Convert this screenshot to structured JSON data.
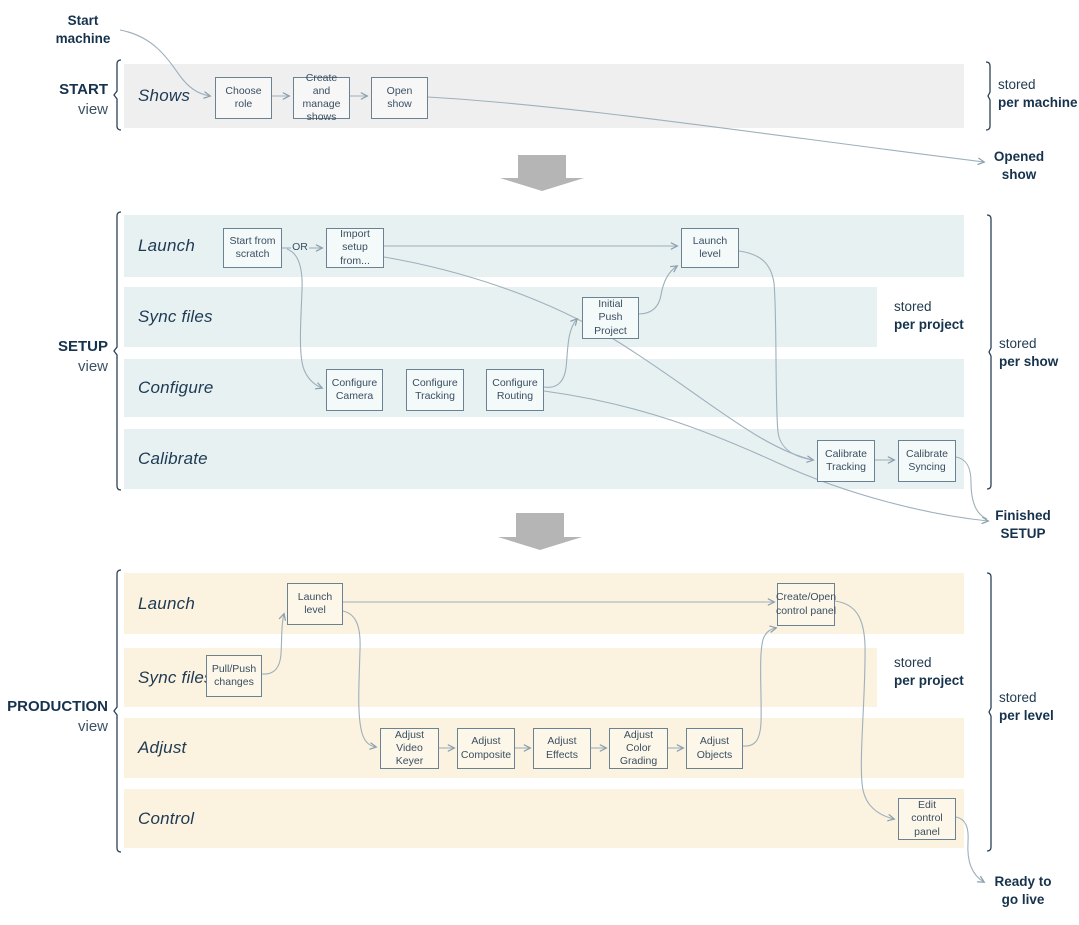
{
  "annotations": {
    "start_machine": "Start machine",
    "opened_show": "Opened show",
    "finished_setup": "Finished SETUP",
    "ready_go_live": "Ready to go live"
  },
  "sections": {
    "start": {
      "title": "START",
      "subtitle": "view",
      "stored": "stored",
      "scope": "per machine",
      "lanes": [
        {
          "label": "Shows"
        }
      ],
      "boxes": [
        {
          "label": "Choose role"
        },
        {
          "label": "Create and manage shows"
        },
        {
          "label": "Open show"
        }
      ]
    },
    "setup": {
      "title": "SETUP",
      "subtitle": "view",
      "or": "OR",
      "stored": "stored",
      "scope": "per show",
      "sync_stored": "stored",
      "sync_scope": "per project",
      "lanes": [
        {
          "label": "Launch"
        },
        {
          "label": "Sync files"
        },
        {
          "label": "Configure"
        },
        {
          "label": "Calibrate"
        }
      ],
      "boxes": [
        {
          "label": "Start from scratch"
        },
        {
          "label": "Import setup from..."
        },
        {
          "label": "Launch level"
        },
        {
          "label": "Initial Push Project"
        },
        {
          "label": "Configure Camera"
        },
        {
          "label": "Configure Tracking"
        },
        {
          "label": "Configure Routing"
        },
        {
          "label": "Calibrate Tracking"
        },
        {
          "label": "Calibrate Syncing"
        }
      ]
    },
    "production": {
      "title": "PRODUCTION",
      "subtitle": "view",
      "stored": "stored",
      "scope": "per level",
      "sync_stored": "stored",
      "sync_scope": "per project",
      "lanes": [
        {
          "label": "Launch"
        },
        {
          "label": "Sync files"
        },
        {
          "label": "Adjust"
        },
        {
          "label": "Control"
        }
      ],
      "boxes": [
        {
          "label": "Launch level"
        },
        {
          "label": "Create/Open control panel"
        },
        {
          "label": "Pull/Push changes"
        },
        {
          "label": "Adjust Video Keyer"
        },
        {
          "label": "Adjust Composite"
        },
        {
          "label": "Adjust Effects"
        },
        {
          "label": "Adjust Color Grading"
        },
        {
          "label": "Adjust Objects"
        },
        {
          "label": "Edit control panel"
        }
      ]
    }
  },
  "colors": {
    "start_band": "#efefef",
    "setup_band": "#e7f1f1",
    "production_band": "#fbf2df",
    "box_border": "#6b8292",
    "connector": "#9db0bc",
    "navy_text": "#16324c",
    "section_arrow": "#b5b5b5"
  }
}
